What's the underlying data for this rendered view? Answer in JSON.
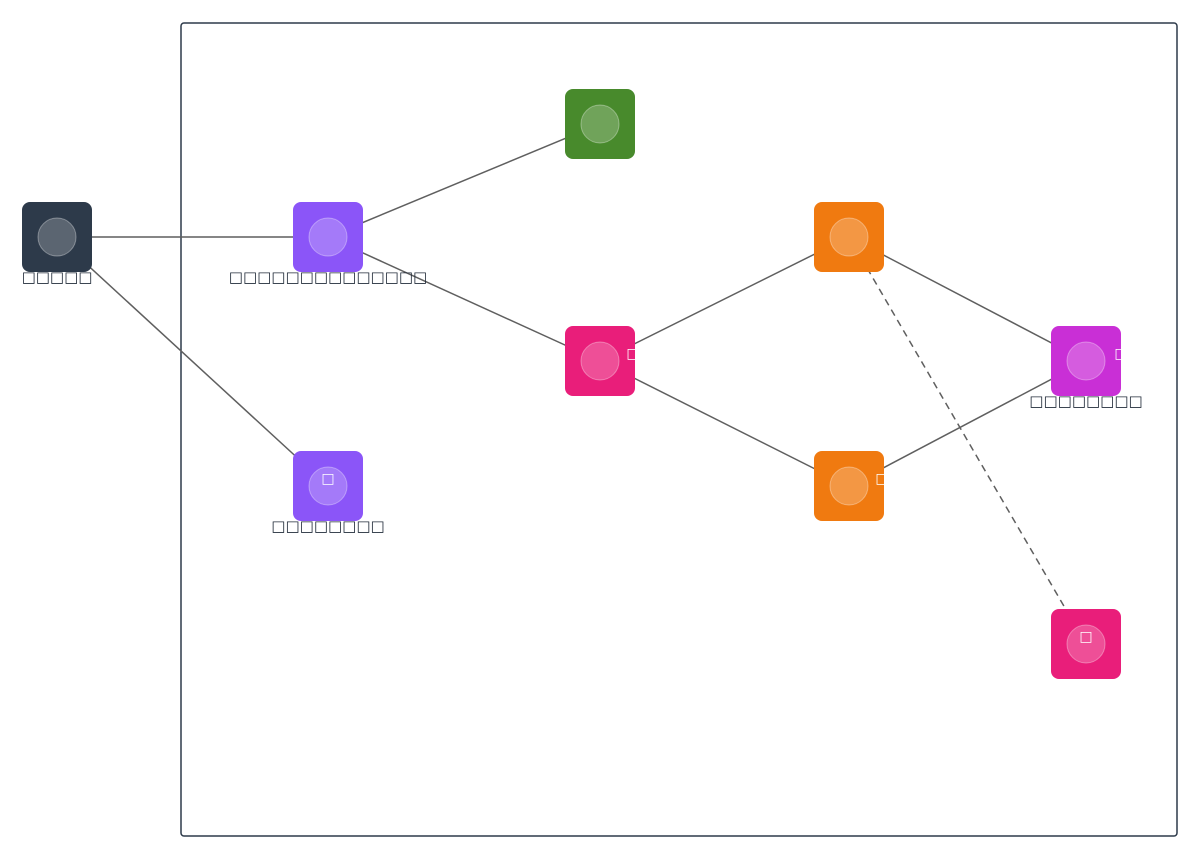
{
  "diagram": {
    "nodes": [
      {
        "id": "n_source",
        "name": "source-node",
        "color": "#2d3a4a",
        "label": "□□□□□",
        "glyph": ""
      },
      {
        "id": "n_hub",
        "name": "hub-node",
        "color": "#8b55f8",
        "label": "□□□□□□□□□□□□□□",
        "glyph": ""
      },
      {
        "id": "n_lower",
        "name": "lower-purple-node",
        "color": "#8b55f8",
        "label": "□□□□□□□□",
        "glyph": "□"
      },
      {
        "id": "n_green",
        "name": "green-node",
        "color": "#488a2c",
        "label": "",
        "glyph": ""
      },
      {
        "id": "n_mid",
        "name": "middle-pink-node",
        "color": "#e91e7a",
        "label": "",
        "glyph": "□"
      },
      {
        "id": "n_orange1",
        "name": "upper-orange-node",
        "color": "#f07a10",
        "label": "",
        "glyph": ""
      },
      {
        "id": "n_orange2",
        "name": "lower-orange-node",
        "color": "#f07a10",
        "label": "",
        "glyph": "□"
      },
      {
        "id": "n_target",
        "name": "target-magenta-node",
        "color": "#c92fd6",
        "label": "□□□□□□□□",
        "glyph": "□"
      },
      {
        "id": "n_bottom",
        "name": "bottom-pink-node",
        "color": "#e91e7a",
        "label": "",
        "glyph": "□"
      }
    ],
    "edges": [
      {
        "from": "n_source",
        "to": "n_hub",
        "style": "solid"
      },
      {
        "from": "n_source",
        "to": "n_lower",
        "style": "solid"
      },
      {
        "from": "n_hub",
        "to": "n_green",
        "style": "solid"
      },
      {
        "from": "n_hub",
        "to": "n_mid",
        "style": "solid"
      },
      {
        "from": "n_mid",
        "to": "n_orange1",
        "style": "solid"
      },
      {
        "from": "n_mid",
        "to": "n_orange2",
        "style": "solid"
      },
      {
        "from": "n_orange1",
        "to": "n_target",
        "style": "solid"
      },
      {
        "from": "n_orange2",
        "to": "n_target",
        "style": "solid"
      },
      {
        "from": "n_orange1",
        "to": "n_bottom",
        "style": "dashed"
      }
    ]
  }
}
